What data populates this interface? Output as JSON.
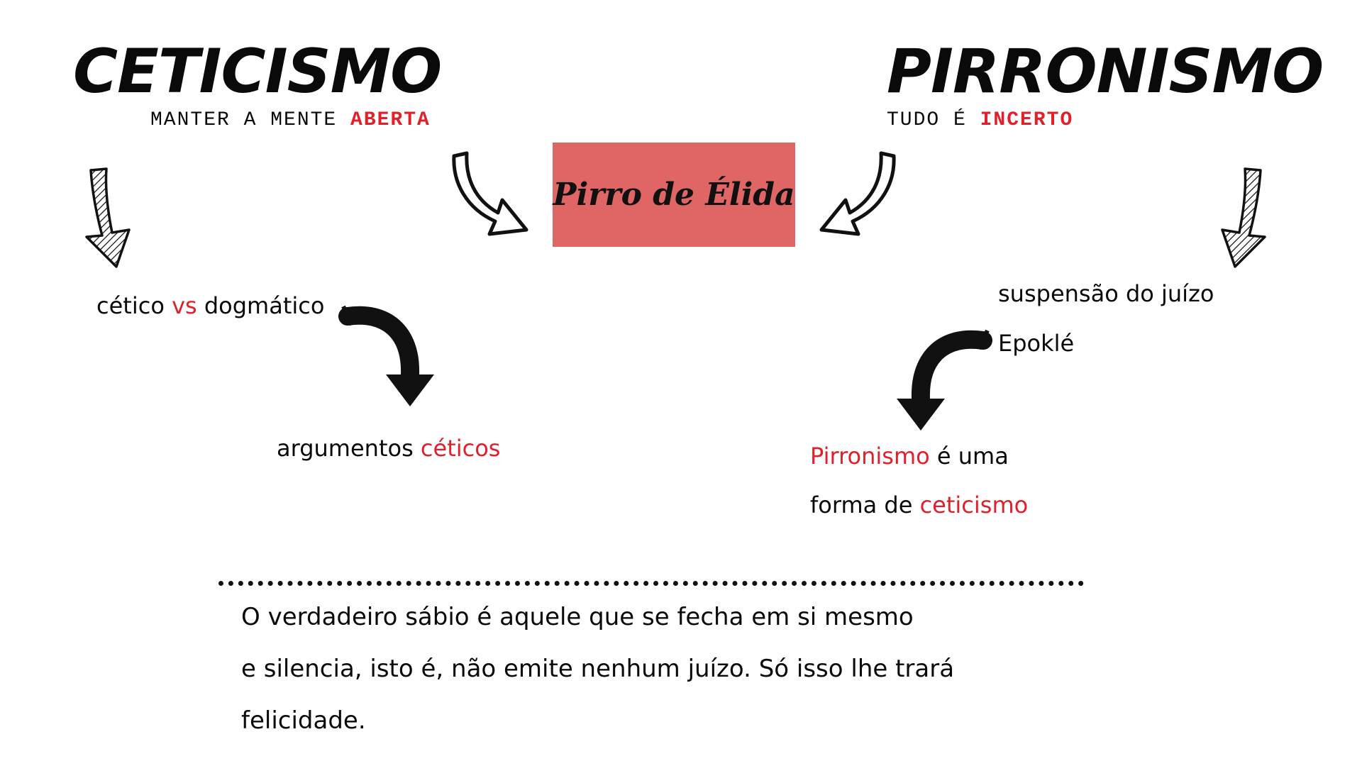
{
  "left": {
    "title": "CETICISMO",
    "subtitle_prefix": "MANTER A MENTE ",
    "subtitle_highlight": "ABERTA",
    "line1_a": "cético ",
    "line1_b": "vs",
    "line1_c": " dogmático",
    "line2_a": "argumentos ",
    "line2_b": "céticos"
  },
  "right": {
    "title": "PIRRONISMO",
    "subtitle_prefix": "TUDO É ",
    "subtitle_highlight": "INCERTO",
    "line1": "suspensão do juízo",
    "line2": "Epoklé",
    "line3_a": "Pirronismo",
    "line3_b": " é uma",
    "line4_a": "forma de ",
    "line4_b": "ceticismo"
  },
  "center": {
    "label": "Pirro de Élida",
    "color": "#e06666"
  },
  "quote": {
    "line1": "O verdadeiro sábio é aquele que se fecha em si mesmo",
    "line2": "e silencia, isto é, não emite nenhum juízo. Só isso lhe trará",
    "line3": "felicidade."
  },
  "colors": {
    "accent": "#e0202a",
    "text": "#0a0a0a"
  },
  "icons": [
    "hatched-arrow-down-icon",
    "curved-arrow-icon",
    "bold-curved-arrow-icon"
  ]
}
